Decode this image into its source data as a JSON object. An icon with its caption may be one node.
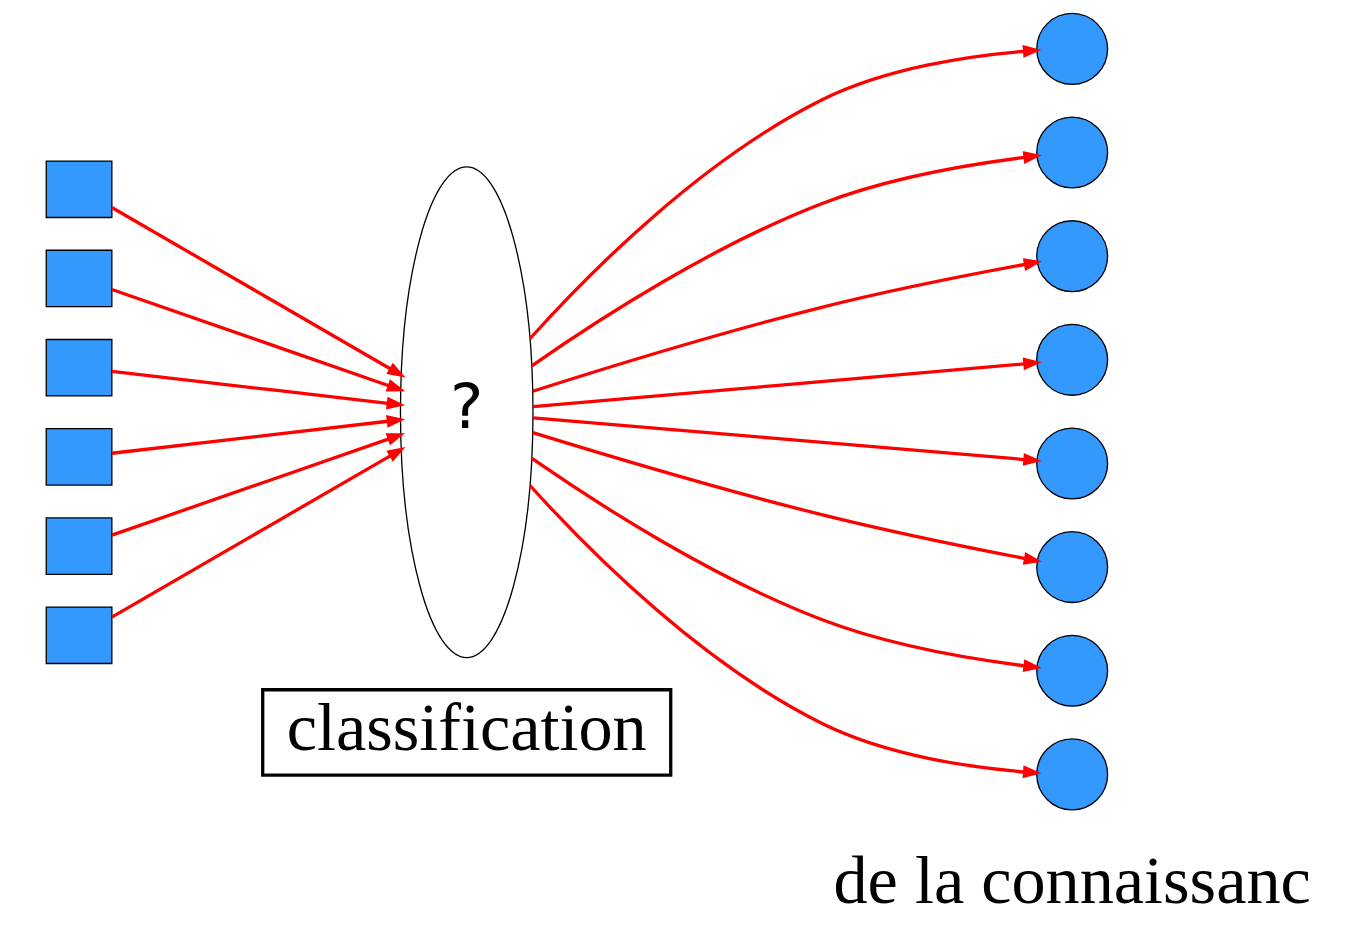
{
  "diagram": {
    "nodes": [
      {
        "text": [],
        "shape": "box"
      },
      {
        "text": [],
        "shape": "box"
      },
      {
        "text": [],
        "shape": "box"
      },
      {
        "text": [],
        "shape": "box"
      },
      {
        "text": [],
        "shape": "box"
      },
      {
        "text": [],
        "shape": "box"
      },
      {
        "text": [
          "?"
        ]
      },
      {
        "text": [],
        "shape": "circle"
      },
      {
        "text": [],
        "shape": "circle"
      },
      {
        "text": [],
        "shape": "circle"
      },
      {
        "text": [],
        "shape": "circle"
      },
      {
        "text": [],
        "shape": "circle"
      },
      {
        "text": [],
        "shape": "circle"
      },
      {
        "text": [],
        "shape": "circle"
      },
      {
        "text": [],
        "shape": "circle"
      },
      {
        "text": [
          "classification"
        ]
      }
    ],
    "edges": [
      {
        "from": 0,
        "to": 6,
        "arrow": "to"
      },
      {
        "from": 1,
        "to": 6,
        "arrow": "to"
      },
      {
        "from": 2,
        "to": 6,
        "arrow": "to"
      },
      {
        "from": 3,
        "to": 6,
        "arrow": "to"
      },
      {
        "from": 4,
        "to": 6,
        "arrow": "to"
      },
      {
        "from": 5,
        "to": 6,
        "arrow": "to"
      },
      {
        "from": 6,
        "to": 7,
        "arrow": "to"
      },
      {
        "from": 6,
        "to": 8,
        "arrow": "to"
      },
      {
        "from": 6,
        "to": 9,
        "arrow": "to"
      },
      {
        "from": 6,
        "to": 10,
        "arrow": "to"
      },
      {
        "from": 6,
        "to": 11,
        "arrow": "to"
      },
      {
        "from": 6,
        "to": 12,
        "arrow": "to"
      },
      {
        "from": 6,
        "to": 13,
        "arrow": "to"
      },
      {
        "from": 6,
        "to": 14,
        "arrow": "to"
      }
    ],
    "labels": [
      "de la connaissanc"
    ]
  }
}
